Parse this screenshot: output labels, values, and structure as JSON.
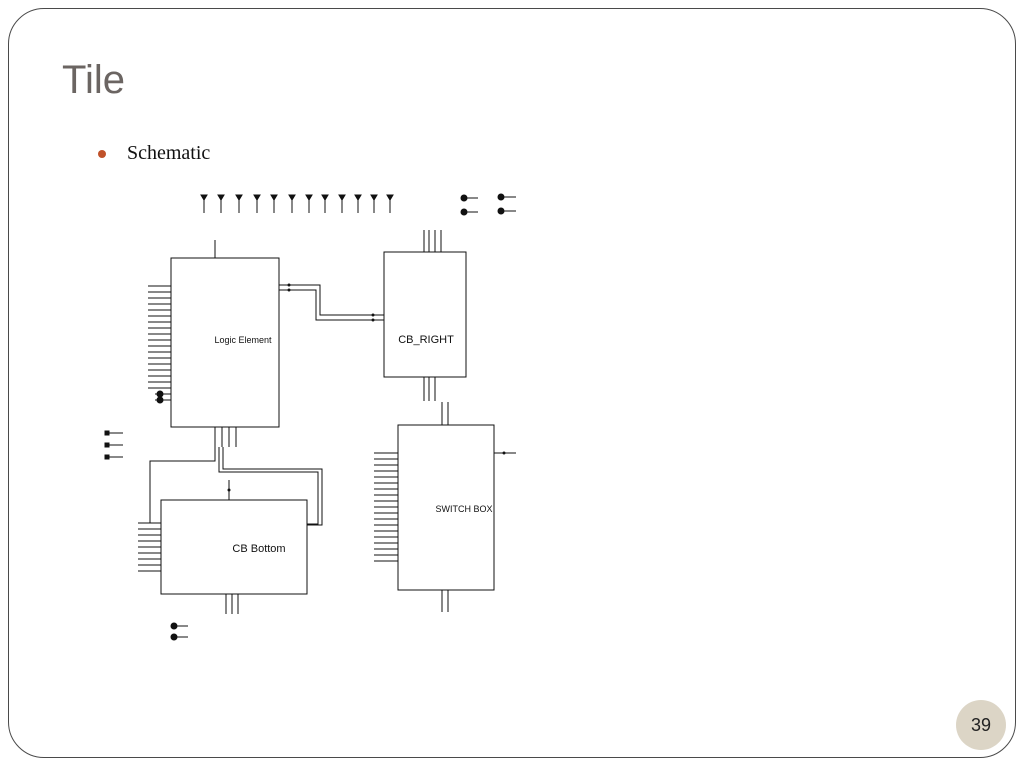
{
  "slide": {
    "title": "Tile",
    "page_number": "39"
  },
  "bullets": [
    "Schematic"
  ],
  "schematic": {
    "blocks": {
      "logic_element": "Logic Element",
      "cb_right": "CB_RIGHT",
      "switch_box": "SWITCH BOX",
      "cb_bottom": "CB Bottom"
    }
  },
  "colors": {
    "bullet": "#c0522a",
    "title": "#6b6562",
    "badge": "#dcd5c6",
    "ink": "#111111"
  }
}
